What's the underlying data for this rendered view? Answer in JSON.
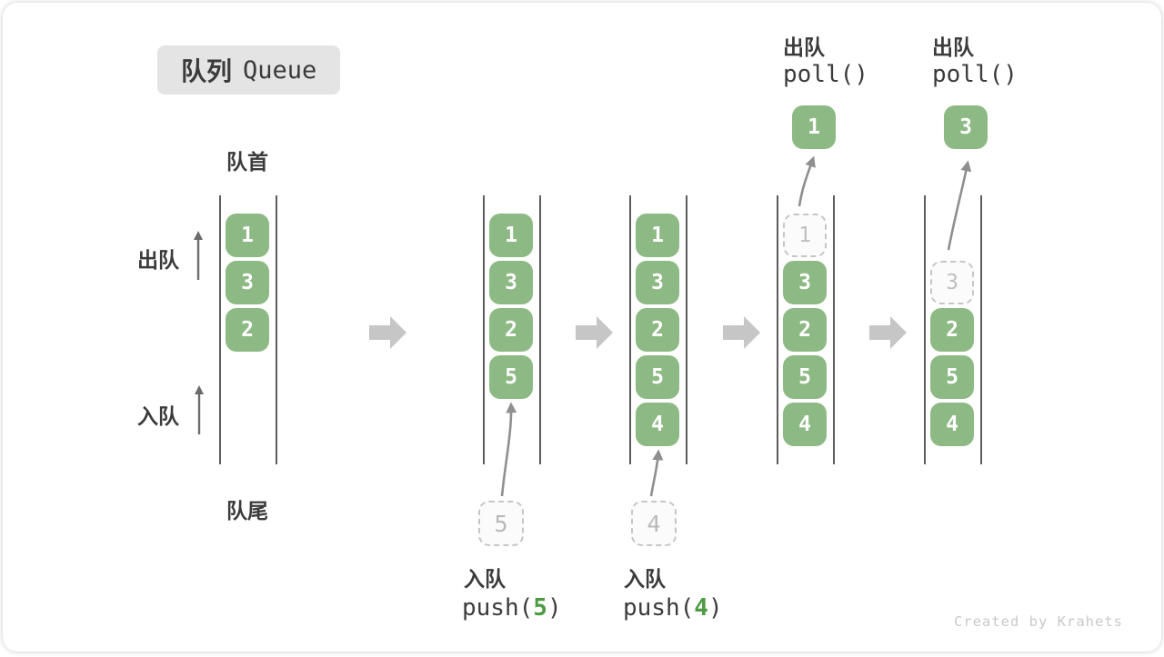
{
  "title": {
    "zh": "队列",
    "en": "Queue"
  },
  "ends": {
    "front": "队首",
    "rear": "队尾"
  },
  "side": {
    "dequeue": "出队",
    "enqueue": "入队"
  },
  "states": [
    {
      "cells": [
        {
          "value": "1"
        },
        {
          "value": "3"
        },
        {
          "value": "2"
        }
      ]
    },
    {
      "cells": [
        {
          "value": "1"
        },
        {
          "value": "3"
        },
        {
          "value": "2"
        },
        {
          "value": "5"
        }
      ],
      "incoming": {
        "op": "入队",
        "value": "5",
        "fn_open": "push(",
        "arg": "5",
        "fn_close": ")"
      }
    },
    {
      "cells": [
        {
          "value": "1"
        },
        {
          "value": "3"
        },
        {
          "value": "2"
        },
        {
          "value": "5"
        },
        {
          "value": "4"
        }
      ],
      "incoming": {
        "op": "入队",
        "value": "4",
        "fn_open": "push(",
        "arg": "4",
        "fn_close": ")"
      }
    },
    {
      "cells": [
        {
          "value": "1"
        },
        {
          "value": "3"
        },
        {
          "value": "2"
        },
        {
          "value": "5"
        },
        {
          "value": "4"
        }
      ],
      "outgoing": {
        "op": "出队",
        "fn": "poll()",
        "value": "1"
      }
    },
    {
      "cells": [
        {
          "value": "3"
        },
        {
          "value": "2"
        },
        {
          "value": "5"
        },
        {
          "value": "4"
        }
      ],
      "outgoing": {
        "op": "出队",
        "fn": "poll()",
        "value": "3"
      }
    }
  ],
  "watermark": "Created by Krahets",
  "colors": {
    "cell_green": "#8dba84",
    "accent_green": "#4e9b44",
    "text": "#3b3b3b",
    "dashed_border": "#c6c6c6",
    "rail": "#5c5c5c",
    "flow_arrow": "#c6c6c6",
    "curve_arrow": "#8f8f8f",
    "chip_bg": "#e4e4e4",
    "watermark": "#c9c9c9"
  }
}
